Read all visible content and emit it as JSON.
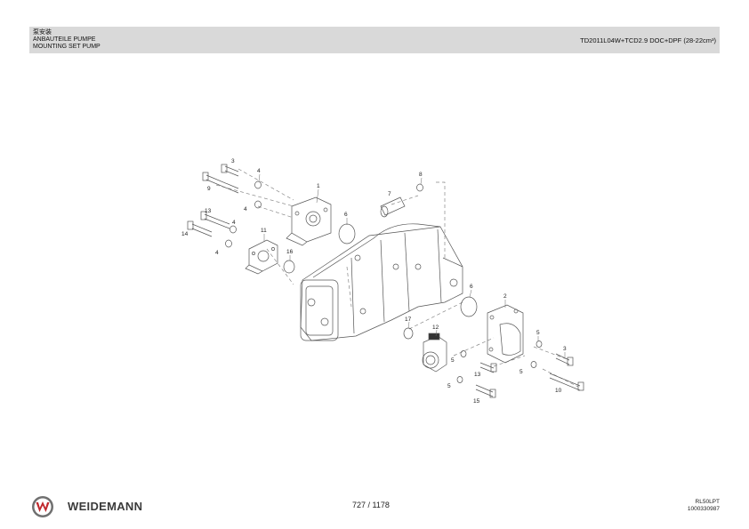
{
  "header": {
    "line1": "泵安装",
    "line2": "ANBAUTEILE PUMPE",
    "line3": "MOUNTING SET PUMP",
    "model": "TD2011L04W+TCD2.9 DOC+DPF (28-22cm³)"
  },
  "callouts": [
    "1",
    "2",
    "3",
    "3",
    "4",
    "4",
    "4",
    "4",
    "5",
    "5",
    "5",
    "5",
    "6",
    "6",
    "7",
    "8",
    "9",
    "10",
    "11",
    "12",
    "13",
    "13",
    "14",
    "15",
    "16",
    "17"
  ],
  "footer": {
    "brand": "WEIDEMANN",
    "page": "727 / 1178",
    "code1": "RL50LPT",
    "code2": "1000330987"
  },
  "colors": {
    "header_bg": "#d9d9d9",
    "logo_red": "#c0282d",
    "logo_grey": "#707070"
  }
}
